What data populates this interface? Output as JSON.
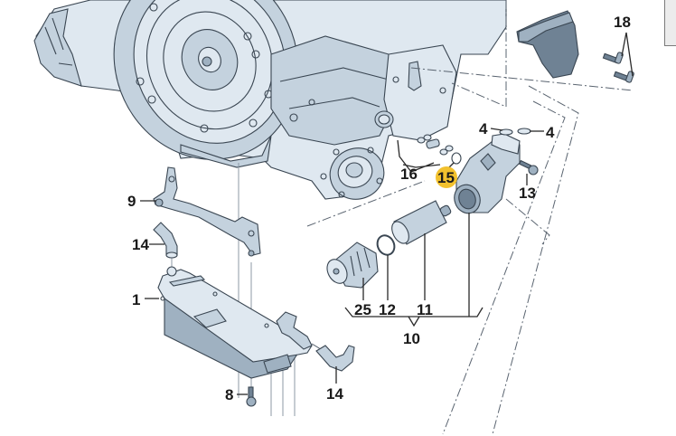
{
  "diagram": {
    "type": "exploded-parts-diagram",
    "subject": "Automatic transmission with ATF cooler and oil filter housing",
    "highlight_color": "#f2c12e",
    "highlighted_callout": "15",
    "callouts": [
      {
        "id": "c1",
        "label": "1",
        "part": "ATF cooler"
      },
      {
        "id": "c4a",
        "label": "4",
        "part": "O-ring (left)"
      },
      {
        "id": "c4b",
        "label": "4",
        "part": "O-ring (right)"
      },
      {
        "id": "c8",
        "label": "8",
        "part": "Bolt"
      },
      {
        "id": "c9",
        "label": "9",
        "part": "Bracket"
      },
      {
        "id": "c10",
        "label": "10",
        "part": "Filter housing assembly"
      },
      {
        "id": "c11",
        "label": "11",
        "part": "Filter element"
      },
      {
        "id": "c12",
        "label": "12",
        "part": "O-ring"
      },
      {
        "id": "c13",
        "label": "13",
        "part": "Bolt"
      },
      {
        "id": "c14a",
        "label": "14",
        "part": "Hose (upper left)"
      },
      {
        "id": "c14b",
        "label": "14",
        "part": "Hose (lower right)"
      },
      {
        "id": "c15",
        "label": "15",
        "part": "O-ring (highlighted)"
      },
      {
        "id": "c16",
        "label": "16",
        "part": "Seal kit / sleeves"
      },
      {
        "id": "c18",
        "label": "18",
        "part": "Bolts"
      },
      {
        "id": "c25",
        "label": "25",
        "part": "Filter cap"
      }
    ]
  }
}
